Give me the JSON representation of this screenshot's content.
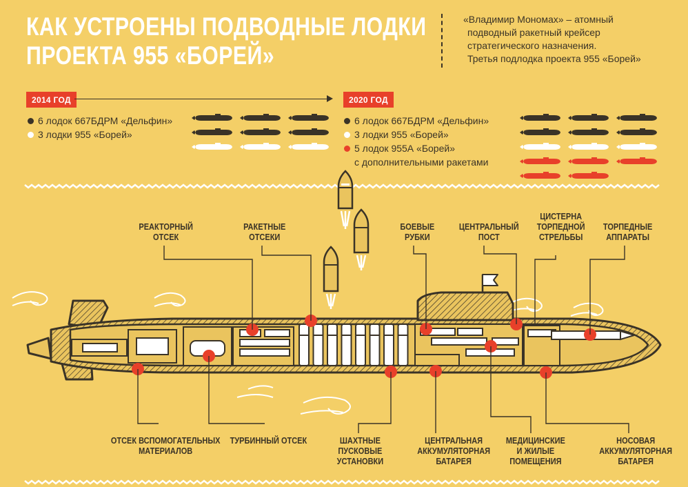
{
  "header": {
    "title_line1": "КАК УСТРОЕНЫ ПОДВОДНЫЕ ЛОДКИ",
    "title_line2": "ПРОЕКТА 955 «БОРЕЙ»",
    "lead_line1": "«Владимир Мономах» – атомный",
    "lead_line2": "подводный ракетный крейсер",
    "lead_line3": "стратегического назначения.",
    "lead_line4": "Третья подлодка проекта 955 «Борей»"
  },
  "timeline": {
    "year_2014": "2014 ГОД",
    "year_2020": "2020 ГОД",
    "fleet_2014": [
      {
        "text": "6 лодок 667БДРМ «Дельфин»",
        "count": 6,
        "color": "#3a3327"
      },
      {
        "text": "3 лодки 955 «Борей»",
        "count": 3,
        "color": "#ffffff"
      }
    ],
    "fleet_2020": [
      {
        "text": "6 лодок 667БДРМ «Дельфин»",
        "count": 6,
        "color": "#3a3327"
      },
      {
        "text": "3 лодки 955 «Борей»",
        "count": 3,
        "color": "#ffffff"
      },
      {
        "text": "5 лодок 955А «Борей»",
        "count": 5,
        "color": "#e8402a"
      },
      {
        "text": "с дополнительными ракетами"
      }
    ]
  },
  "labels_top": {
    "reactor": [
      "РЕАКТОРНЫЙ",
      "ОТСЕК"
    ],
    "missile": [
      "РАКЕТНЫЕ",
      "ОТСЕКИ"
    ],
    "combat": [
      "БОЕВЫЕ",
      "РУБКИ"
    ],
    "central": [
      "ЦЕНТРАЛЬНЫЙ",
      "ПОСТ"
    ],
    "tank": [
      "ЦИСТЕРНА",
      "ТОРПЕДНОЙ",
      "СТРЕЛЬБЫ"
    ],
    "torpedo": [
      "ТОРПЕДНЫЕ",
      "АППАРАТЫ"
    ]
  },
  "labels_bottom": {
    "aux": [
      "ОТСЕК ВСПОМОГАТЕЛЬНЫХ",
      "МАТЕРИАЛОВ"
    ],
    "turbine": [
      "ТУРБИННЫЙ ОТСЕК"
    ],
    "silos": [
      "ШАХТНЫЕ",
      "ПУСКОВЫЕ",
      "УСТАНОВКИ"
    ],
    "battery_central": [
      "ЦЕНТРАЛЬНАЯ",
      "АККУМУЛЯТОРНАЯ",
      "БАТАРЕЯ"
    ],
    "medical": [
      "МЕДИЦИНСКИЕ",
      "И ЖИЛЫЕ",
      "ПОМЕЩЕНИЯ"
    ],
    "battery_bow": [
      "НОСОВАЯ",
      "АККУМУЛЯТОРНАЯ",
      "БАТАРЕЯ"
    ]
  },
  "colors": {
    "background": "#f4cf67",
    "ink": "#3a3327",
    "accent_red": "#e8402a",
    "hull": "#eac45e",
    "white": "#ffffff"
  }
}
